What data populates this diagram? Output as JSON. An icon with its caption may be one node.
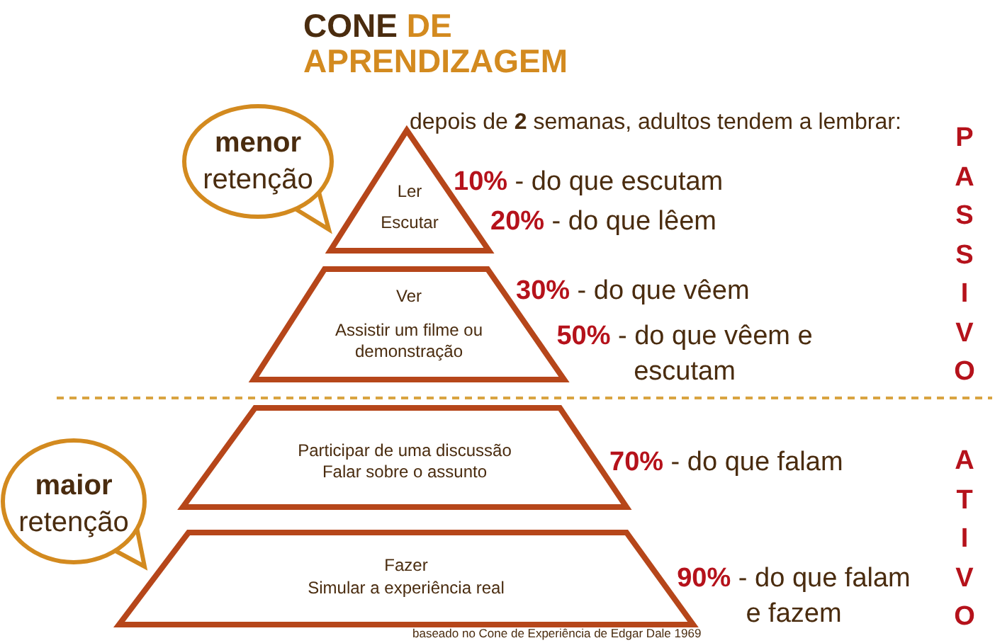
{
  "diagram": {
    "title": "**CONE** DE APRENDIZAGEM",
    "nodes": [
      {
        "text": [
          "menor",
          "retenção"
        ]
      },
      {
        "text": [
          "Ler",
          "Escutar"
        ]
      },
      {
        "text": [
          "Ver",
          "Assistir um filme ou demonstração"
        ]
      },
      {
        "text": [
          "Participar de uma discussão",
          "Falar sobre o assunto"
        ]
      },
      {
        "text": [
          "Fazer",
          "Simular a experiência real"
        ]
      },
      {
        "text": [
          "maior",
          "retenção"
        ]
      }
    ],
    "edges": [],
    "labels": [
      "depois de **2** semanas, adultos tendem a lembrar:",
      "PASSIVO",
      "**10%** - do que escutam",
      "**20%** - do que lêem",
      "**30%** - do que vêem",
      "**50%** - do que vêem e escutam",
      "ATIVO",
      "**70%** - do que falam",
      "**90%** - do que falam e fazem",
      "baseado no Cone de Experiência de Edgar Dale 1969"
    ]
  }
}
